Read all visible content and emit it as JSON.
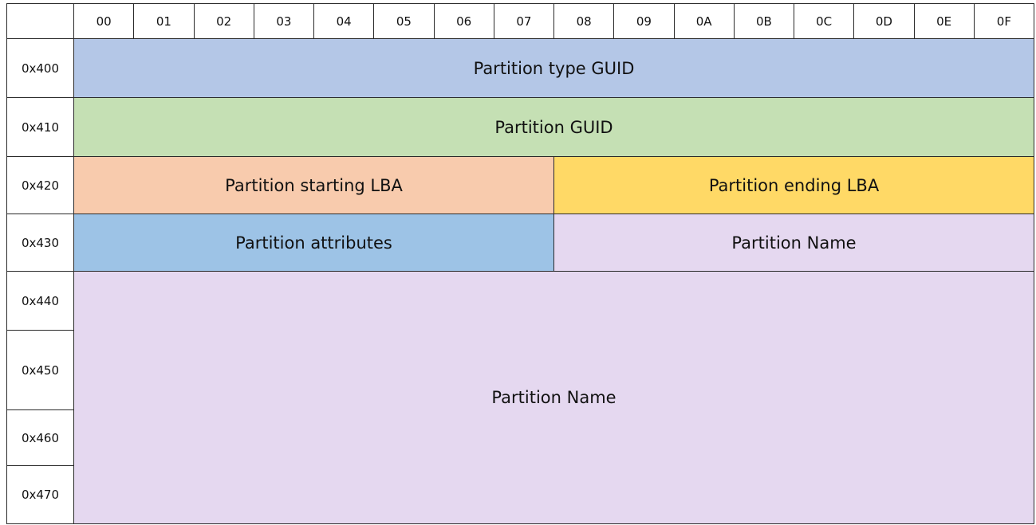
{
  "columns": [
    "00",
    "01",
    "02",
    "03",
    "04",
    "05",
    "06",
    "07",
    "08",
    "09",
    "0A",
    "0B",
    "0C",
    "0D",
    "0E",
    "0F"
  ],
  "rows": [
    "0x400",
    "0x410",
    "0x420",
    "0x430",
    "0x440",
    "0x450",
    "0x460",
    "0x470"
  ],
  "fields": {
    "partition_type_guid": {
      "label": "Partition type GUID",
      "color": "#b4c7e7"
    },
    "partition_guid": {
      "label": "Partition GUID",
      "color": "#c5e0b4"
    },
    "partition_starting_lba": {
      "label": "Partition starting LBA",
      "color": "#f8cbad"
    },
    "partition_ending_lba": {
      "label": "Partition ending LBA",
      "color": "#ffd966"
    },
    "partition_attributes": {
      "label": "Partition attributes",
      "color": "#9dc3e6"
    },
    "partition_name_first": {
      "label": "Partition Name",
      "color": "#e5d8f0"
    },
    "partition_name_rest": {
      "label": "Partition Name",
      "color": "#e5d8f0"
    }
  }
}
